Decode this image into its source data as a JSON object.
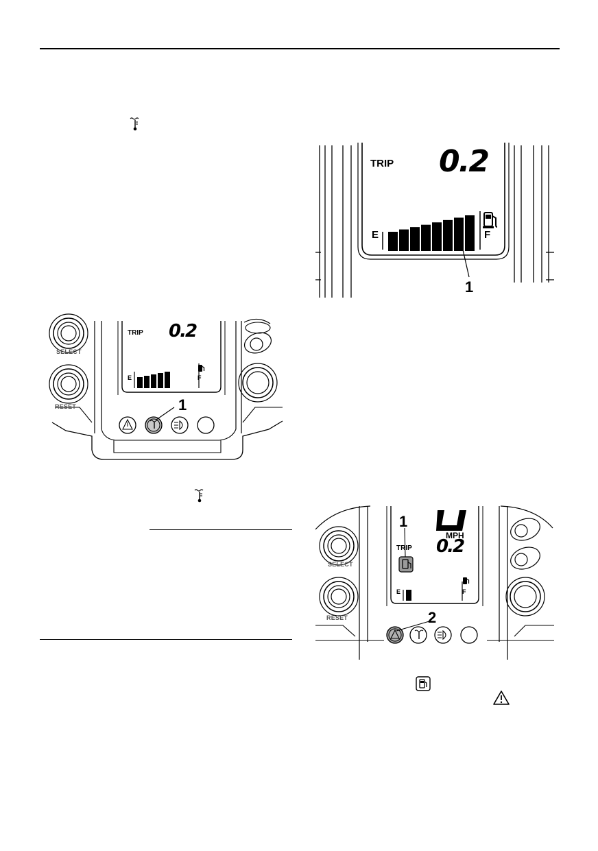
{
  "figures": {
    "top_right": {
      "trip_label": "TRIP",
      "odometer_value": "0.2",
      "fuel_empty_label": "E",
      "fuel_full_label": "F",
      "callout": "1"
    },
    "left": {
      "trip_label": "TRIP",
      "odometer_value": "0.2",
      "fuel_empty_label": "E",
      "fuel_full_label": "F",
      "select_label": "SELECT",
      "reset_label": "RESET",
      "callout": "1"
    },
    "bottom_right": {
      "speed_value": "0",
      "speed_unit": "MPH",
      "trip_label": "TRIP",
      "odometer_value": "0.2",
      "fuel_empty_label": "E",
      "fuel_full_label": "F",
      "select_label": "SELECT",
      "reset_label": "RESET",
      "callout_1": "1",
      "callout_2": "2"
    }
  },
  "icons": [
    "coolant-temperature-icon",
    "fuel-pump-icon",
    "warning-triangle-icon",
    "headlight-icon"
  ]
}
